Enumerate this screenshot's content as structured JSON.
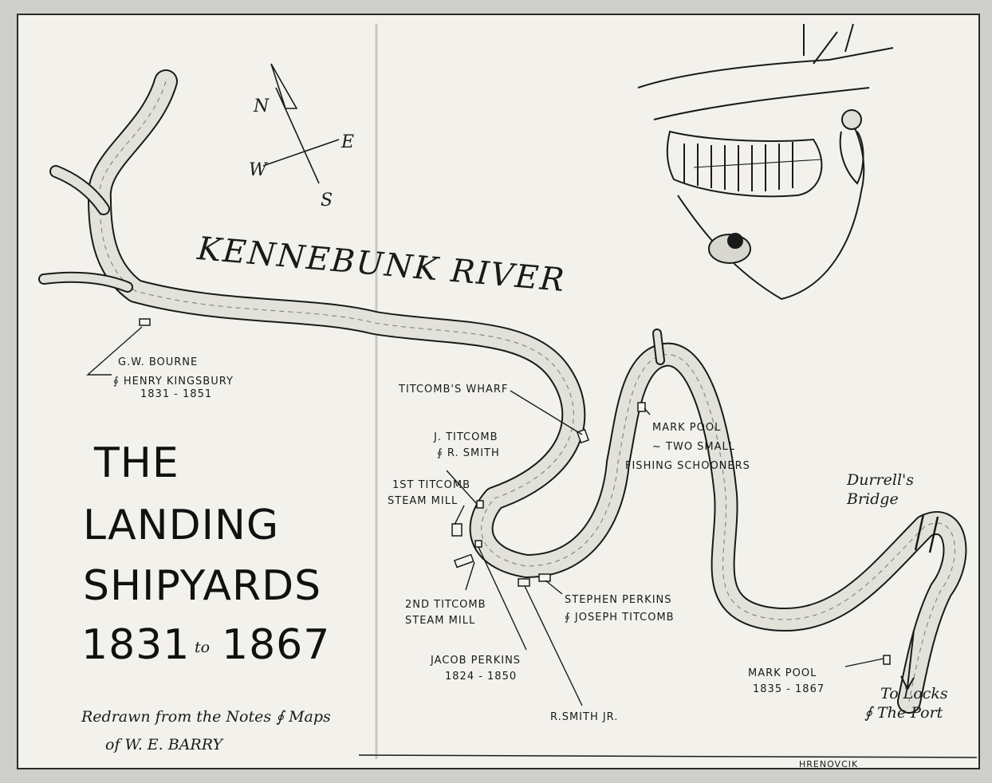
{
  "river_name": "KENNEBUNK RIVER",
  "title": {
    "line1": "THE",
    "line2": "LANDING",
    "line3": "SHIPYARDS",
    "line4a": "1831",
    "line4b": "to",
    "line4c": "1867"
  },
  "credit": {
    "line1": "Redrawn from the Notes ∮ Maps",
    "line2": "of W. E. BARRY"
  },
  "compass": {
    "n": "N",
    "e": "E",
    "s": "S",
    "w": "W"
  },
  "artist_signature": "HRENOVCIK",
  "labels": {
    "bourne": {
      "line1": "G.W. BOURNE",
      "line2": "∮ HENRY KINGSBURY",
      "line3": "1831 - 1851"
    },
    "titcomb_wharf": "TITCOMB'S WHARF",
    "j_titcomb": {
      "line1": "J. TITCOMB",
      "line2": "∮ R. SMITH"
    },
    "mill1": {
      "line1": "1ST TITCOMB",
      "line2": "STEAM MILL"
    },
    "mill2": {
      "line1": "2ND TITCOMB",
      "line2": "STEAM MILL"
    },
    "jacob_perkins": {
      "line1": "JACOB PERKINS",
      "line2": "1824 - 1850"
    },
    "r_smith_jr": "R.SMITH JR.",
    "perkins_titcomb": {
      "line1": "STEPHEN PERKINS",
      "line2": "∮ JOSEPH TITCOMB"
    },
    "mark_pool_1": {
      "line1": "MARK POOL",
      "line2": "~ TWO SMALL",
      "line3": "FISHING SCHOONERS"
    },
    "durrell": {
      "line1": "Durrell's",
      "line2": "Bridge"
    },
    "mark_pool_2": {
      "line1": "MARK POOL",
      "line2": "1835 - 1867"
    },
    "to_locks": {
      "line1": "To Locks",
      "line2": "∮ The Port"
    }
  }
}
